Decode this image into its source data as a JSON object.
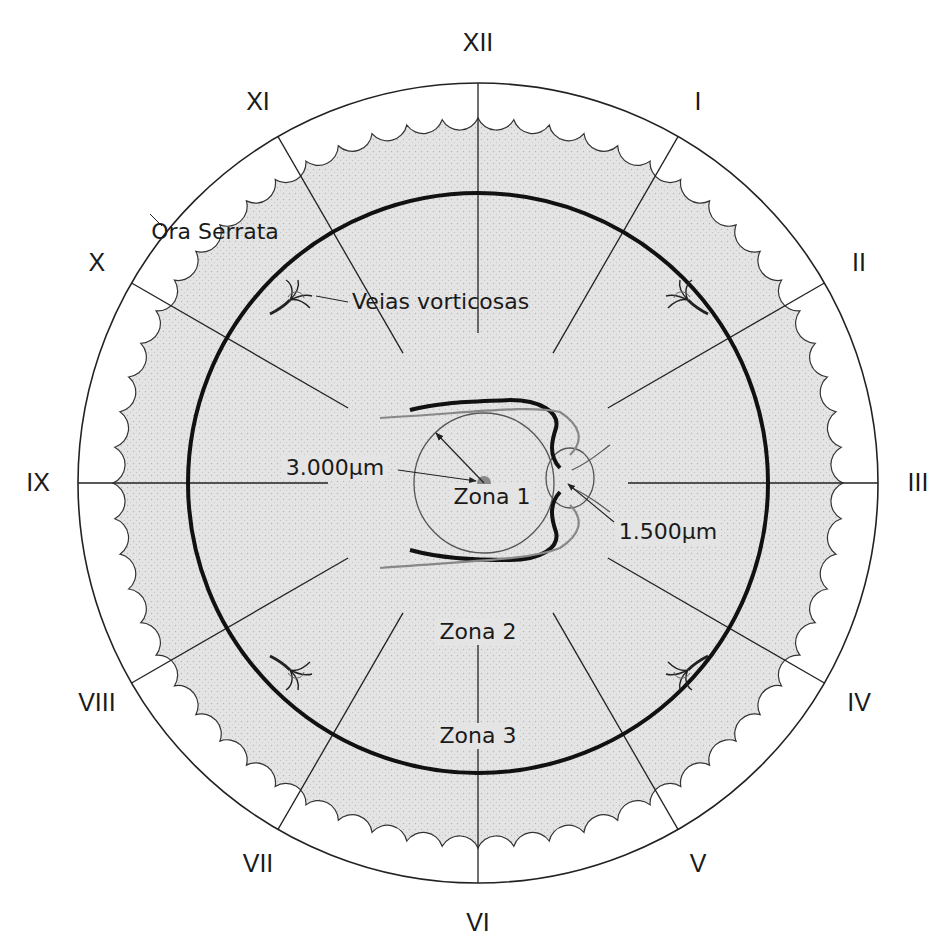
{
  "diagram": {
    "labels": [
      "XII",
      "I",
      "II",
      "III",
      "IV",
      "V",
      "VI",
      "VII",
      "VIII",
      "IX",
      "X",
      "XI",
      "Veias vorticosas",
      "Ora Serrata",
      "3.000µm",
      "1.500µm",
      "Zona 1",
      "Zona 2",
      "Zona 3"
    ]
  }
}
